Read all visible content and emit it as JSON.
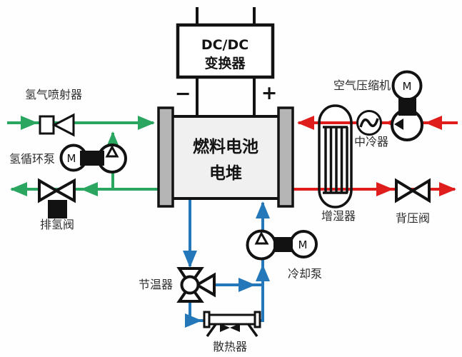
{
  "diagram": {
    "labels": {
      "dcdc_line1": "DC/DC",
      "dcdc_line2": "变换器",
      "stack_line1": "燃料电池",
      "stack_line2": "电堆",
      "hydrogen_injector": "氢气喷射器",
      "hydrogen_pump": "氢循环泵",
      "purge_valve": "排氢阀",
      "air_compressor": "空气压缩机",
      "intercooler": "中冷器",
      "humidifier": "增湿器",
      "back_pressure_valve": "背压阀",
      "thermostat": "节温器",
      "coolant_pump": "冷却泵",
      "radiator": "散热器",
      "minus": "−",
      "plus": "+",
      "motor": "M"
    },
    "colors": {
      "hydrogen_line": "#2aa661",
      "air_line": "#e01d1d",
      "coolant_line": "#2478ba",
      "outline": "#121212",
      "plate_fill": "#b5b5b5",
      "stack_fill": "#f0f0f0",
      "label_color": "#2d2d2d"
    }
  }
}
